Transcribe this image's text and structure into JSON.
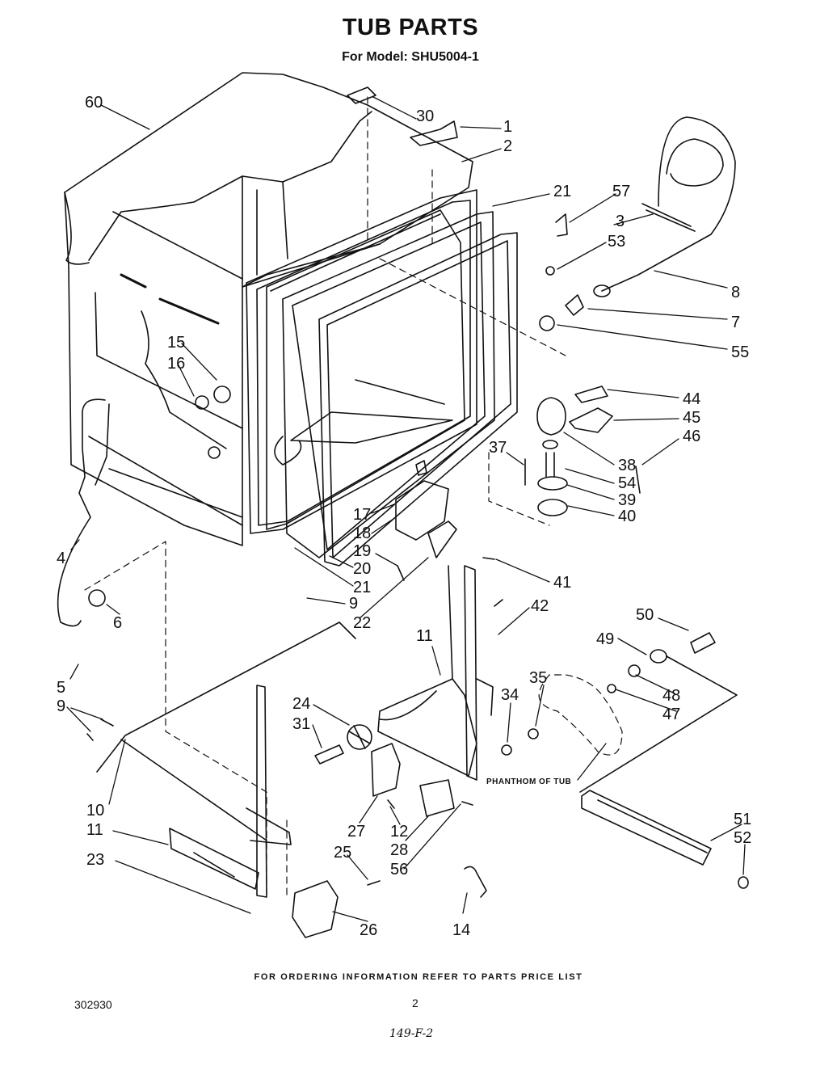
{
  "header": {
    "title": "TUB PARTS",
    "subtitle": "For Model: SHU5004-1"
  },
  "diagram": {
    "phantom_label": "PHANTHOM OF TUB",
    "callouts": [
      "60",
      "30",
      "1",
      "2",
      "21",
      "57",
      "3",
      "53",
      "8",
      "7",
      "55",
      "15",
      "16",
      "44",
      "45",
      "46",
      "37",
      "38",
      "54",
      "39",
      "40",
      "17",
      "18",
      "19",
      "20",
      "21",
      "41",
      "4",
      "42",
      "9",
      "22",
      "6",
      "50",
      "11",
      "49",
      "5",
      "35",
      "48",
      "9",
      "34",
      "47",
      "24",
      "31",
      "10",
      "11",
      "27",
      "12",
      "28",
      "51",
      "52",
      "25",
      "56",
      "23",
      "26",
      "14"
    ],
    "ink_color": "#111111"
  },
  "footer": {
    "ordering_note": "FOR ORDERING INFORMATION REFER TO PARTS PRICE LIST",
    "document_number": "302930",
    "page_number": "2",
    "handwritten_note": "149-F-2"
  }
}
